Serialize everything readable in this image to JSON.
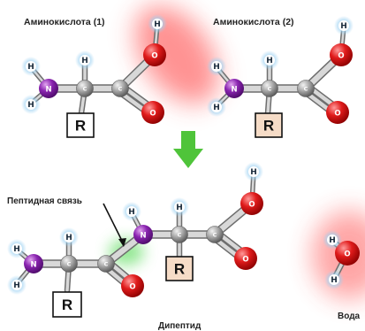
{
  "labels": {
    "amino_acid_1": "Аминокислота (1)",
    "amino_acid_2": "Аминокислота (2)",
    "peptide_bond": "Пептидная связь",
    "dipeptide": "Дипептид",
    "water": "Вода"
  },
  "atoms": {
    "hydrogen": "H",
    "nitrogen": "N",
    "carbon": "C",
    "oxygen": "O",
    "radical": "R"
  },
  "colors": {
    "nitrogen": "#7a1fa2",
    "carbon": "#9a9a9a",
    "oxygen": "#d11a1a",
    "hydrogen": "#ffffff",
    "hydrogen_glow": "#9ed2f2",
    "highlight_red": "#ff3b3b",
    "highlight_green": "#6fe06f",
    "arrow_green": "#4fc43a",
    "radical_box_plain": "#ffffff",
    "radical_box_tinted": "#f6dcc7"
  }
}
